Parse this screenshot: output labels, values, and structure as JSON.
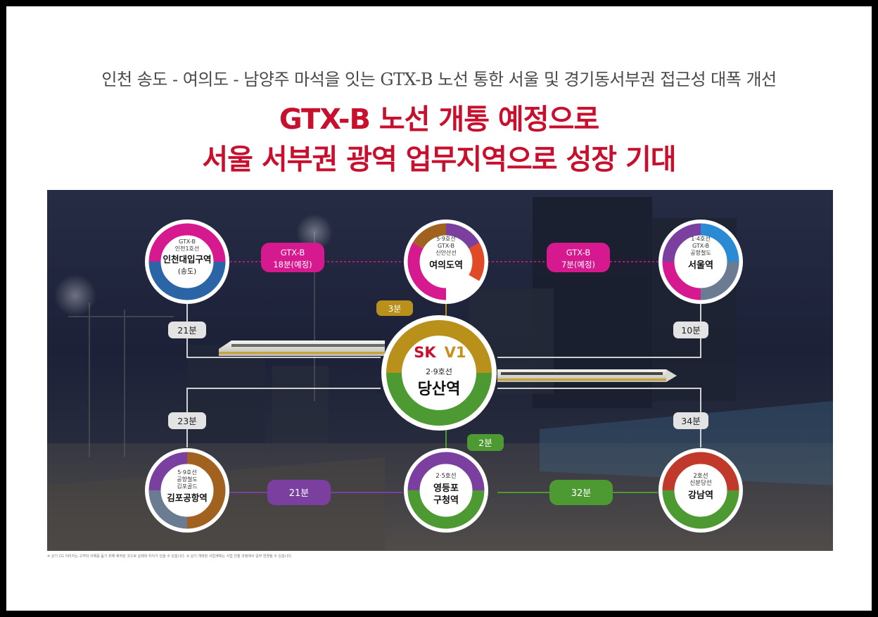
{
  "header": {
    "subtitle": "인천 송도 - 여의도 - 남양주 마석을 잇는 GTX-B 노선 통한 서울 및 경기동서부권 접근성 대폭 개선",
    "headline_line1": "GTX-B 노선 개통 예정으로",
    "headline_line2": "서울 서부권 광역 업무지역으로 성장 기대"
  },
  "colors": {
    "headline": "#c8102e",
    "magenta": "#d7198f",
    "blue": "#2b65a8",
    "purple": "#7b3fa0",
    "gold": "#b8901a",
    "brown": "#a0621e",
    "red": "#e04a27",
    "green": "#4e9a32",
    "slate": "#6b7b92",
    "sky": "#2b8ad4",
    "gray_badge": "#e3e3e3"
  },
  "stations": {
    "incheon": {
      "lines": [
        "GTX-B",
        "인천1호선"
      ],
      "name": "인천대입구역",
      "sub": "(송도)"
    },
    "yeouido": {
      "lines": [
        "5·9호선",
        "GTX-B",
        "신안산선"
      ],
      "name": "여의도역"
    },
    "seoul": {
      "lines": [
        "1·4호선",
        "GTX-B",
        "공항철도"
      ],
      "name": "서울역"
    },
    "dangsan": {
      "brand_sk": "SK",
      "brand_v1": "V1",
      "lines": [
        "2·9호선"
      ],
      "name": "당산역"
    },
    "gimpo": {
      "lines": [
        "5·9호선",
        "공항철도",
        "김포골드"
      ],
      "name": "김포공항역"
    },
    "yeongdeungpo": {
      "lines": [
        "2·5호선"
      ],
      "name": "영등포",
      "name2": "구청역"
    },
    "gangnam": {
      "lines": [
        "2호선",
        "신분당선"
      ],
      "name": "강남역"
    }
  },
  "connections": {
    "incheon_yeouido": {
      "line": "GTX-B",
      "time": "18분(예정)"
    },
    "yeouido_seoul": {
      "line": "GTX-B",
      "time": "7분(예정)"
    },
    "yeouido_dangsan": "3분",
    "incheon_dangsan": "21분",
    "seoul_dangsan": "10분",
    "gimpo_dangsan": "23분",
    "gangnam_dangsan": "34분",
    "yeongdeungpo_dangsan": "2분",
    "gimpo_yeongdeungpo": "21분",
    "yeongdeungpo_gangnam": "32분"
  },
  "footnote": "※ 상기 CG 이미지는 고객의 이해를 돕기 위해 제작된 것으로 실제와 차이가 있을 수 있습니다.  ※ 상기 개략된 사업계획는 사업 진행 과정에서 일부 변경될 수 있습니다."
}
